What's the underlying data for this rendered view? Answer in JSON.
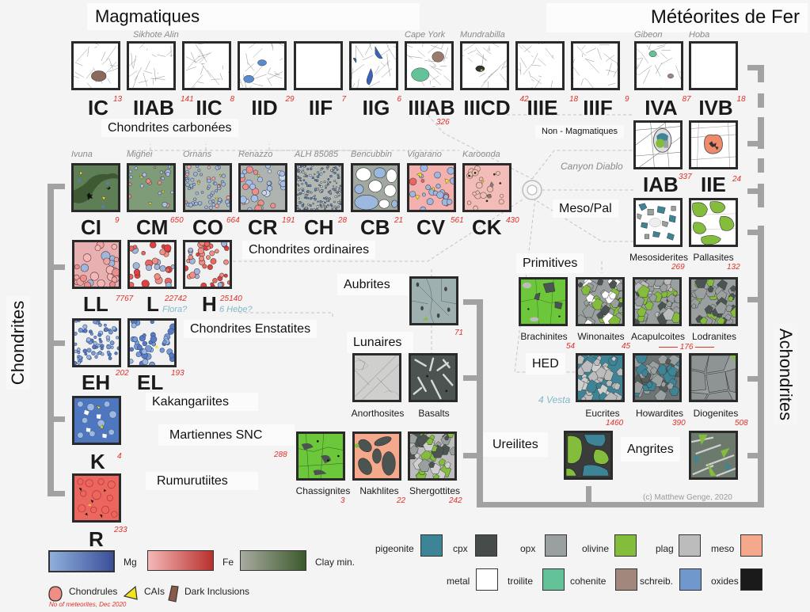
{
  "titles": {
    "iron_meteorites": "Météorites de Fer",
    "magmatic": "Magmatiques",
    "non_magmatic": "Non - Magmatiques",
    "chondrites": "Chondrites",
    "achondrites": "Achondrites"
  },
  "groups": {
    "carbonaceous": "Chondrites carbonées",
    "ordinary": "Chondrites ordinaires",
    "enstatite": "Chondrites Enstatites",
    "kakangari": "Kakangariites",
    "rumuruti": "Rumurutiites",
    "martian": "Martiennes SNC",
    "lunar": "Lunaires",
    "aubrites": "Aubrites",
    "primitives": "Primitives",
    "hed": "HED",
    "ureilites": "Ureilites",
    "angrites": "Angrites",
    "meso_pal": "Meso/Pal"
  },
  "magmatic_irons": [
    {
      "code": "IC",
      "count": "13",
      "example": ""
    },
    {
      "code": "IIAB",
      "count": "141",
      "example": "Sikhote Alin"
    },
    {
      "code": "IIC",
      "count": "8",
      "example": ""
    },
    {
      "code": "IID",
      "count": "29",
      "example": ""
    },
    {
      "code": "IIF",
      "count": "7",
      "example": ""
    },
    {
      "code": "IIG",
      "count": "6",
      "example": ""
    },
    {
      "code": "IIIAB",
      "count": "326",
      "example": "Cape York"
    },
    {
      "code": "IIICD",
      "count": "42",
      "example": "Mundrabilla"
    },
    {
      "code": "IIIE",
      "count": "18",
      "example": ""
    },
    {
      "code": "IIIF",
      "count": "9",
      "example": ""
    },
    {
      "code": "IVA",
      "count": "87",
      "example": "Gibeon"
    },
    {
      "code": "IVB",
      "count": "18",
      "example": "Hoba"
    }
  ],
  "non_magmatic_irons": [
    {
      "code": "IAB",
      "count": "337",
      "example": "Canyon Diablo"
    },
    {
      "code": "IIE",
      "count": "24",
      "example": ""
    }
  ],
  "carbonaceous_chondrites": [
    {
      "code": "CI",
      "count": "9",
      "example": "Ivuna"
    },
    {
      "code": "CM",
      "count": "650",
      "example": "Mighei"
    },
    {
      "code": "CO",
      "count": "664",
      "example": "Ornans"
    },
    {
      "code": "CR",
      "count": "191",
      "example": "Renazzo"
    },
    {
      "code": "CH",
      "count": "28",
      "example": "ALH 85085"
    },
    {
      "code": "CB",
      "count": "21",
      "example": "Bencubbin"
    },
    {
      "code": "CV",
      "count": "561",
      "example": "Vigarano"
    },
    {
      "code": "CK",
      "count": "430",
      "example": "Karoonda"
    }
  ],
  "ordinary_chondrites": [
    {
      "code": "LL",
      "count": "7767",
      "body": ""
    },
    {
      "code": "L",
      "count": "22742",
      "body": "Flora?"
    },
    {
      "code": "H",
      "count": "25140",
      "body": "6 Hebe?"
    }
  ],
  "enstatite_chondrites": [
    {
      "code": "EH",
      "count": "202"
    },
    {
      "code": "EL",
      "count": "193"
    }
  ],
  "kakangari": {
    "code": "K",
    "count": "4"
  },
  "rumuruti": {
    "code": "R",
    "count": "233"
  },
  "meso_pal": [
    {
      "name": "Mesosiderites",
      "count": "269"
    },
    {
      "name": "Pallasites",
      "count": "132"
    }
  ],
  "aubrites_count": "71",
  "lunar": [
    {
      "name": "Anorthosites"
    },
    {
      "name": "Basalts"
    }
  ],
  "martian_total": "288",
  "martian": [
    {
      "name": "Chassignites",
      "count": "3"
    },
    {
      "name": "Nakhlites",
      "count": "22"
    },
    {
      "name": "Shergottites",
      "count": "242"
    }
  ],
  "primitives": [
    {
      "name": "Brachinites",
      "count": "54"
    },
    {
      "name": "Winonaites",
      "count": "45"
    },
    {
      "name": "Acapulcoites",
      "count": ""
    },
    {
      "name": "Lodranites",
      "count": ""
    }
  ],
  "acapulcoite_lodranite_count": "176",
  "hed_body": "4 Vesta",
  "hed": [
    {
      "name": "Eucrites",
      "count": "1460"
    },
    {
      "name": "Howardites",
      "count": "390"
    },
    {
      "name": "Diogenites",
      "count": "508"
    }
  ],
  "credit": "(c) Matthew Genge, 2020",
  "legend": {
    "gradients": [
      {
        "label": "Mg",
        "from": "#8fb0dc",
        "to": "#3b4f9a"
      },
      {
        "label": "Fe",
        "from": "#f4b8b8",
        "to": "#b8302c"
      },
      {
        "label": "Clay min.",
        "from": "#a8aaa0",
        "to": "#3c5a2c"
      }
    ],
    "shapes": [
      {
        "label": "Chondrules",
        "icon": "chondrule-icon"
      },
      {
        "label": "CAIs",
        "icon": "cai-icon"
      },
      {
        "label": "Dark Inclusions",
        "icon": "dark-inclusion-icon"
      }
    ],
    "note": "No of meteorites, Dec 2020",
    "minerals_row1": [
      {
        "label": "pigeonite",
        "color": "#3d8497"
      },
      {
        "label": "cpx",
        "color": "#454c49"
      },
      {
        "label": "opx",
        "color": "#9aa0a0"
      },
      {
        "label": "olivine",
        "color": "#84bd3c"
      },
      {
        "label": "plag",
        "color": "#bdbcbc"
      },
      {
        "label": "meso",
        "color": "#f4a98d"
      }
    ],
    "minerals_row2": [
      {
        "label": "metal",
        "color": "#ffffff"
      },
      {
        "label": "troilite",
        "color": "#63c297"
      },
      {
        "label": "cohenite",
        "color": "#a1877c"
      },
      {
        "label": "schreib.",
        "color": "#7198cc"
      },
      {
        "label": "oxides",
        "color": "#1a1a1a"
      }
    ]
  },
  "colors": {
    "count_red": "#e0302a",
    "bracket_gray": "#a2a2a2",
    "body_blue": "#7fb8c8",
    "example_gray": "#8a8a8a"
  }
}
